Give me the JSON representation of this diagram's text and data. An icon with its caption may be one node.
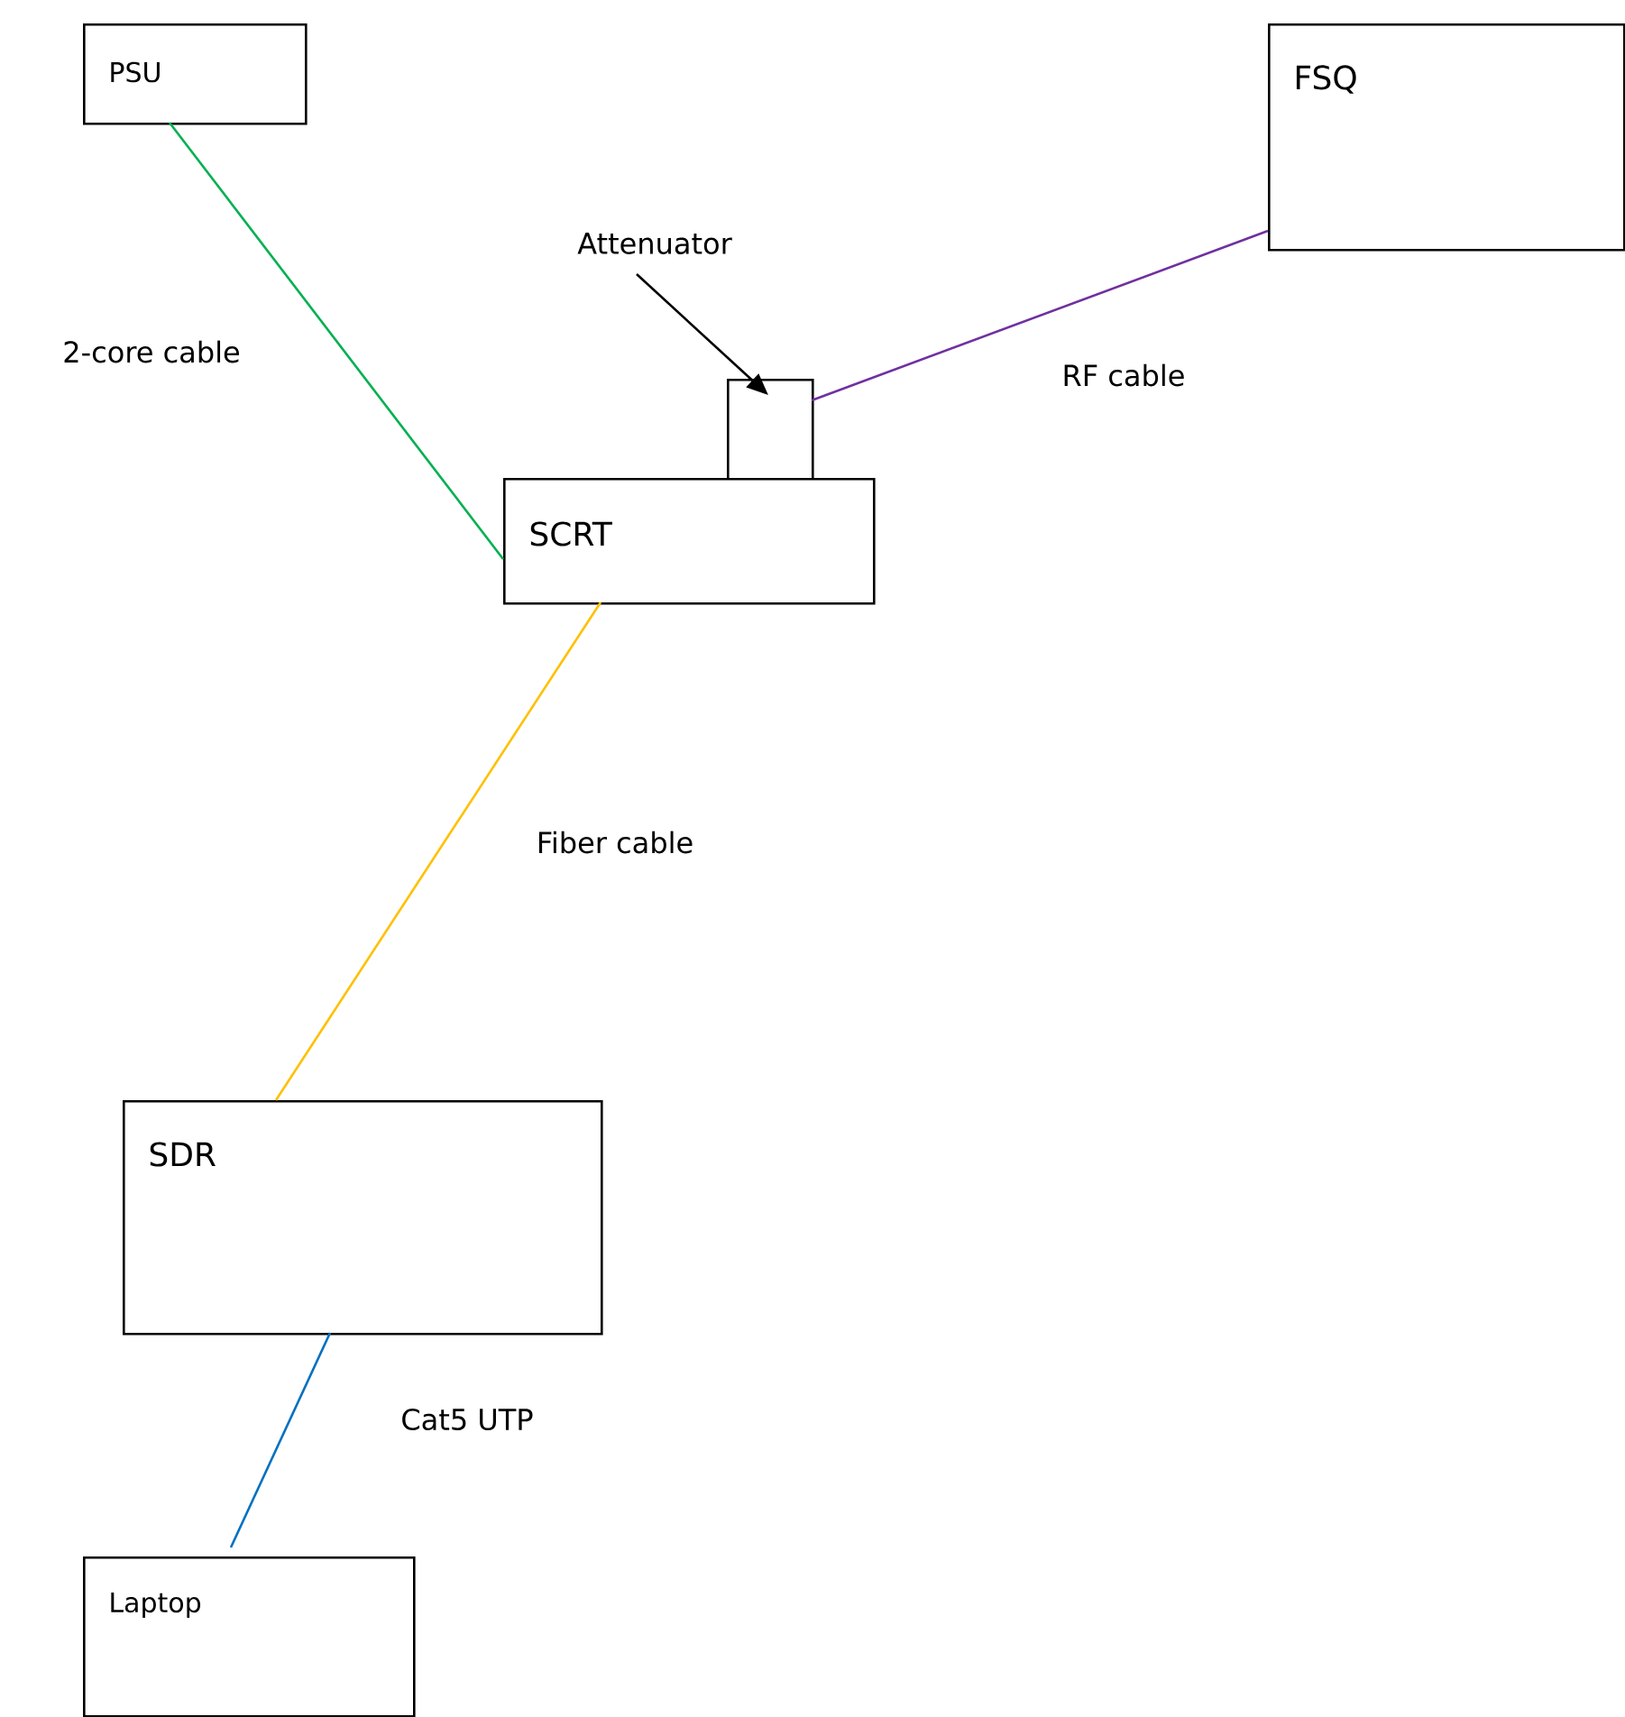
{
  "diagram": {
    "nodes": [
      {
        "text": [
          "PSU"
        ]
      },
      {
        "text": [
          "FSQ"
        ]
      },
      {
        "text": [],
        "shape": "box"
      },
      {
        "text": [
          "SCRT"
        ]
      },
      {
        "text": [
          "SDR"
        ]
      },
      {
        "text": [
          "Laptop"
        ]
      },
      {
        "text": [
          "Attenuator"
        ]
      }
    ],
    "edges": [
      {
        "from": 0,
        "to": 3,
        "arrow": "none",
        "label": "2-core cable",
        "color": "#00b050"
      },
      {
        "from": 2,
        "to": 1,
        "arrow": "none",
        "label": "RF cable",
        "color": "#7030a0"
      },
      {
        "from": 3,
        "to": 4,
        "arrow": "none",
        "label": "Fiber cable",
        "color": "#ffc000"
      },
      {
        "from": 4,
        "to": 5,
        "arrow": "none",
        "label": "Cat5 UTP",
        "color": "#0070c0"
      },
      {
        "from": 6,
        "to": 2,
        "arrow": "to",
        "color": "#000000"
      }
    ]
  }
}
